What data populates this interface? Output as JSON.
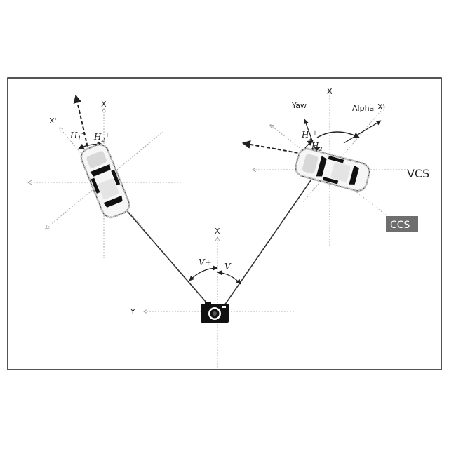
{
  "labels": {
    "camera_x": "X",
    "camera_y": "Y",
    "left_x": "X",
    "left_xprime": "X'",
    "left_h1": "H",
    "left_h1_sub": "1",
    "left_h1_sup": "+",
    "left_h2": "H",
    "left_h2_sub": "2",
    "left_h2_sup": "+",
    "right_x": "X",
    "right_xprime": "X'",
    "right_h1": "H",
    "right_h1_sub": "1",
    "right_h1_sup": "+",
    "right_h2": "H",
    "right_h2_sub": "2",
    "yaw": "Yaw",
    "alpha": "Alpha",
    "vcs": "VCS",
    "ccs": "CCS",
    "v_plus": "V+",
    "v_minus": "V-"
  },
  "colors": {
    "frame": "#1a1a1a",
    "axis": "#9a9a9a",
    "line": "#333333",
    "ccs_box": "#6e6e6e"
  },
  "icons": {
    "camera": "camera-icon",
    "car_left": "car-icon",
    "car_right": "car-icon"
  }
}
